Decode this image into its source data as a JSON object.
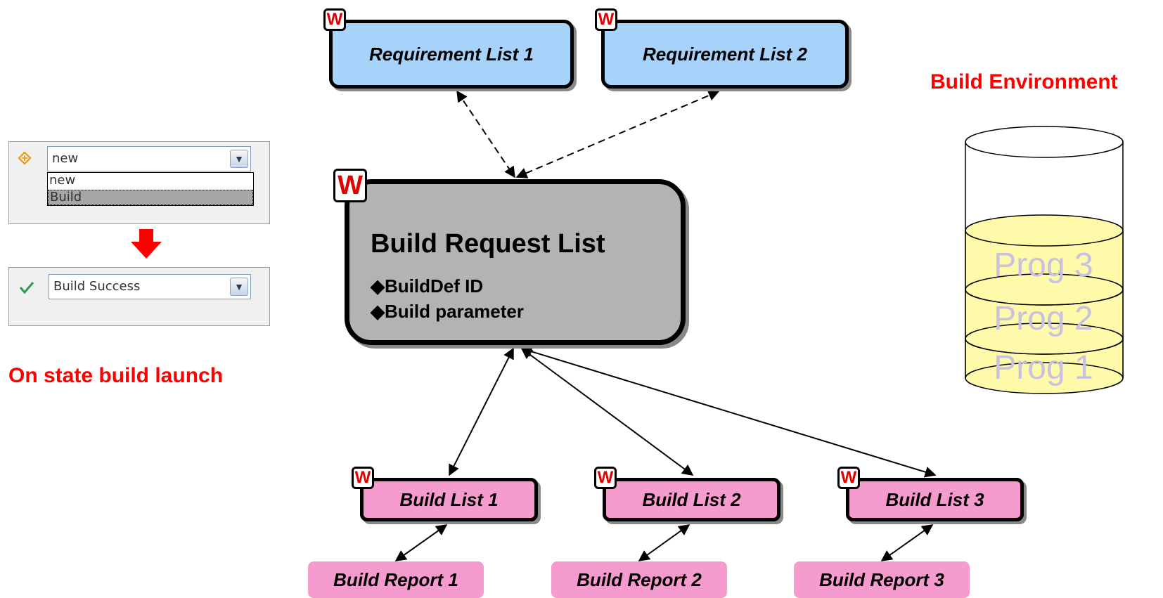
{
  "requirements": [
    {
      "label": "Requirement List 1",
      "badge": "W"
    },
    {
      "label": "Requirement List 2",
      "badge": "W"
    }
  ],
  "build_request": {
    "badge": "W",
    "title": "Build Request List",
    "items": [
      "◆BuildDef ID",
      "◆Build parameter"
    ]
  },
  "build_lists": [
    {
      "label": "Build List 1",
      "badge": "W"
    },
    {
      "label": "Build List 2",
      "badge": "W"
    },
    {
      "label": "Build List 3",
      "badge": "W"
    }
  ],
  "build_reports": [
    "Build Report 1",
    "Build Report 2",
    "Build Report 3"
  ],
  "environment": {
    "title": "Build Environment",
    "programs": [
      "Prog 3",
      "Prog 2",
      "Prog 1"
    ]
  },
  "state_panel": {
    "caption": "On state build launch",
    "before": {
      "icon": "state-new-icon",
      "value": "new",
      "options": [
        "new",
        "Build"
      ],
      "highlighted": "Build"
    },
    "after": {
      "icon": "checkmark-icon",
      "value": "Build Success"
    },
    "arrow_icon": "down-arrow-icon"
  },
  "colors": {
    "requirement": "#a7d3fb",
    "build_request": "#b3b3b3",
    "build_list": "#f69bcd",
    "label_red": "#ff0000",
    "db_fill": "#fffaaa"
  }
}
